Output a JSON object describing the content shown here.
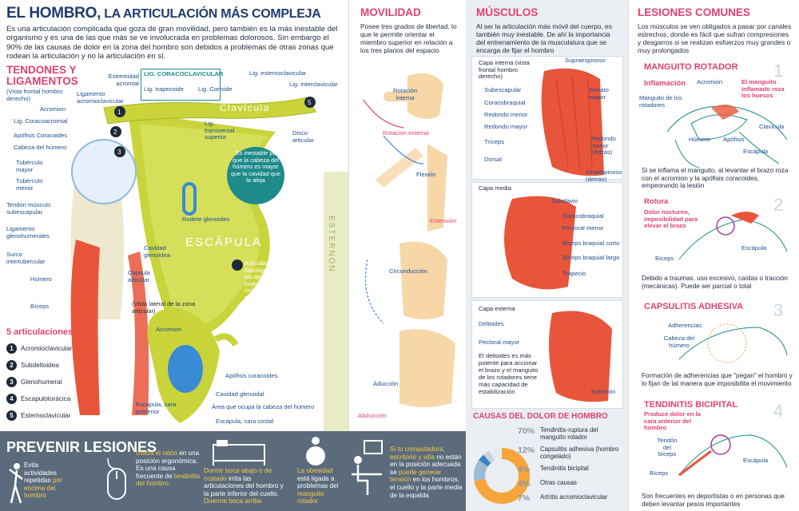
{
  "header": {
    "title_main": "EL HOMBRO,",
    "title_sub": " LA ARTICULACIÓN MÁS COMPLEJA",
    "intro": "Es una articulación complicada que goza de gran movilidad, pero también es la más inestable del organismo y es una de las que más se ve involucrada en problemas dolorosos. Sin embargo el 90% de las causas de dolor en la zona del hombro son debidos a problemas de otras zonas que rodean la articulación y no la articulación en sí."
  },
  "tendons": {
    "title": "TENDONES Y LIGAMENTOS",
    "subtitle": "(Vista frontal hombro derecho)",
    "labels": [
      "Acromion",
      "Lig. Coracoacromial",
      "Apófisis Coracoides",
      "Cabeza del húmero",
      "Tubérculo mayor",
      "Tubérculo menor",
      "Tendón músculo subescapular",
      "Ligamento glenohumerales",
      "Surco intertubercular",
      "Húmero",
      "Bíceps"
    ],
    "labels_right": [
      "Extremidad acromial",
      "Ligamento acromioclavicular",
      "Cavidad glenoidea",
      "Cápsula articular"
    ],
    "coraco_box": "LIG. CORACOCLAVICULAR",
    "trapezoid": "Lig. trapezoide",
    "conoid": "Lig. Conoide",
    "clavicle": "Clavícula",
    "transverse": "Lig. transversal superior",
    "sterno": "Lig. esternoclavicular",
    "inter": "Lig. interclavicular",
    "disco": "Disco articular",
    "unstable": "Es inestable ya que la cabeza del húmero es mayor que la cavidad que la aloja",
    "rodete": "Rodete glenoideo",
    "scapula": "ESCÁPULA",
    "sternum": "ESTERNÓN",
    "physio_num": "4",
    "physio": "Articulación fisiológica, une la escápula con la caja torácica mediante el músculo serrato mayor",
    "lateral": "(Vista lateral de la zona articular)",
    "lat_acromion": "Acromion",
    "lat_coracoid": "Apófisis coracoides",
    "lat_cavity": "Cavidad glenoidal",
    "lat_area": "Área que ocupa la cabeza del húmero",
    "lat_posterior": "Escápula, cara posterior",
    "lat_costal": "Escápula, cara costal"
  },
  "joints": {
    "title": "5 articulaciones",
    "items": [
      {
        "n": "1",
        "name": "Acromioclavicular"
      },
      {
        "n": "2",
        "name": "Subdeltoidea"
      },
      {
        "n": "3",
        "name": "Glenohumeral"
      },
      {
        "n": "4",
        "name": "Escapulotorácica"
      },
      {
        "n": "5",
        "name": "Esternoclavicular"
      }
    ]
  },
  "mobility": {
    "title": "MOVILIDAD",
    "text": "Posee tres grados de libertad, lo que le permite orientar el miembro superior en relación a los tres planos del espacio",
    "rot_int": "Rotación interna",
    "rot_ext": "Rotación externa",
    "flexion": "Flexión",
    "extension": "Extensión",
    "circ": "Circunducción",
    "aduccion": "Aducción",
    "abduccion": "Abducción"
  },
  "muscles": {
    "title": "MÚSCULOS",
    "text": "Al ser la articulación más móvil del cuerpo, es también muy inestable. De ahí la importancia del entrenamiento de la musculatura que se encarga de fijar el hombro",
    "inner_title": "Capa interna (vista frontal hombro derecho)",
    "inner": [
      "Supraespinoso",
      "Subescapular",
      "Serrato mayor",
      "Coracobraquial",
      "Redondo menor",
      "Redondo mayor",
      "Redondo menor (detrás)",
      "Tríceps",
      "Dorsal",
      "Infraespinoso (detrás)"
    ],
    "mid_title": "Capa media",
    "mid": [
      "Subclavio",
      "Coracobraquial",
      "Pectoral menor",
      "Bíceps braquial corto",
      "Bíceps braquial largo",
      "Trapecio"
    ],
    "outer_title": "Capa externa",
    "outer": [
      "Deltoides",
      "Pectoral mayor",
      "Esternón"
    ],
    "outer_text": "El deltoides es más potente para accionar el brazo y el manguito de los rotadores tiene más capacidad de estabilización"
  },
  "causes": {
    "title": "CAUSAS DEL DOLOR DE HOMBRO",
    "items": [
      {
        "pct": "70%",
        "label": "Tendinitis-ruptura del manguito rotador",
        "value": 70,
        "color": "#f6a53b"
      },
      {
        "pct": "12%",
        "label": "Capsulitis adhesiva (hombro congelado)",
        "value": 12,
        "color": "#9dbbd6"
      },
      {
        "pct": "4%",
        "label": "Tendinitis bicipital",
        "value": 4,
        "color": "#3a7fc1"
      },
      {
        "pct": "4%",
        "label": "Otras causas",
        "value": 4,
        "color": "#c9d3dd"
      },
      {
        "pct": "7%",
        "label": "Artritis acromioclavicular",
        "value": 7,
        "color": "#e8ecf0"
      }
    ]
  },
  "injuries": {
    "title": "LESIONES COMUNES",
    "text": "Los músculos se ven obligados a pasar por canales estrechos, donde es fácil que sufran compresiones y desgarros si se realizan esfuerzos muy grandes o muy prolongados",
    "manguito_title": "MANGUITO ROTADOR",
    "n1": "1",
    "inflam": "Inflamación",
    "l_acromion": "Acromion",
    "l_manguito_inf": "El manguito inflamado roza los huesos",
    "l_manguito": "Manguito de los rotadores",
    "l_clavicula": "Clavícula",
    "l_humero": "Húmero",
    "l_apofisis": "Apófisis",
    "l_escapula": "Escápula",
    "inflam_text": "Si se inflama el manguito, al levantar el brazo roza con el acromion y la apófisis coracoides, empeorando la lesión",
    "rotura": "Rotura",
    "n2": "2",
    "rotura_sub": "Dolor nocturno, imposibilidad para elevar el brazo",
    "l_biceps2": "Bíceps",
    "l_escapula2": "Escápula",
    "rotura_text": "Debido a traumas, uso excesivo, caídas o tracción (mecánicas). Puede ser parcial o total",
    "capsul_title": "CAPSULITIS ADHESIVA",
    "n3": "3",
    "l_adherencias": "Adherencias",
    "l_cabeza": "Cabeza del húmero",
    "capsul_text": "Formación de adherencias que \"pegan\" el hombro y lo fijan de tal manera que imposibilita el movimiento",
    "tend_title": "TENDINITIS BICIPITAL",
    "n4": "4",
    "tend_sub": "Produce dolor en la cara anterior del hombro",
    "l_tendon": "Tendón del bíceps",
    "l_escapula4": "Escápula",
    "l_biceps4": "Bíceps",
    "tend_text": "Son frecuentes en deportistas o en personas que deben levantar pesos importantes"
  },
  "prevent": {
    "title": "PREVENIR LESIONES",
    "t1a": "Evita actividades repetidas ",
    "t1b": "por encima del hombro",
    "t2a": "Utiliza el ratón",
    "t2b": " en una posición ergonómica. Es una causa frecuente de ",
    "t2c": "tendinitis del hombro",
    "t3a": "Dormir boca abajo o de costado",
    "t3b": " irrita las articulaciones del hombro y la parte inferior del cuello. ",
    "t3c": "Duerme boca arriba",
    "t4a": "La obesidad",
    "t4b": " está ligada a problemas del ",
    "t4c": "manguito rotador",
    "t5a": "Si tu computadora, escritorio y silla",
    "t5b": " no están en la posición adecuada se ",
    "t5c": "puede generar tensión",
    "t5d": " en los hombros, el cuello y la parte media de la espalda"
  },
  "colors": {
    "accent": "#e0426f",
    "navy": "#1f3c6e",
    "bone": "#c8d43a",
    "muscle": "#e8553a"
  }
}
